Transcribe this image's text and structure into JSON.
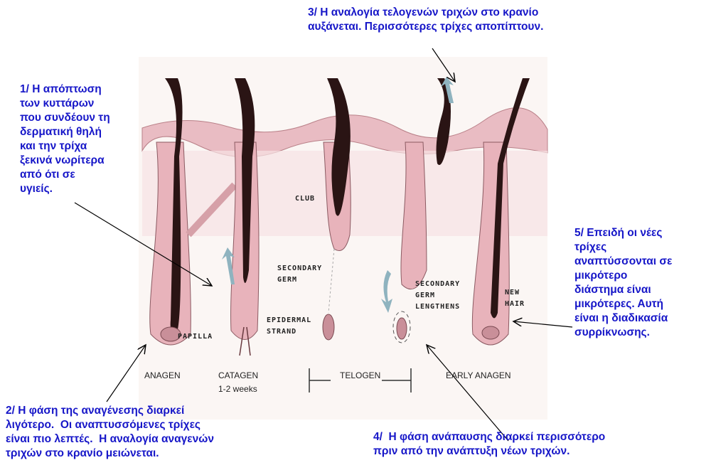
{
  "notes": {
    "n1": "1/ Η απόπτωση\nτων κυττάρων\nπου συνδέουν τη\nδερματική θηλή\nκαι την τρίχα\nξεκινά νωρίτερα\nαπό ότι σε\nυγιείς.",
    "n2": "2/ Η φάση της αναγένεσης διαρκεί\nλιγότερο.  Οι αναπτυσσόμενες τρίχες\nείναι πιο λεπτές.  Η αναλογία αναγενών\nτριχών στο κρανίο μειώνεται.",
    "n3": "3/ Η αναλογία τελογενών τριχών στο κρανίο\nαυξάνεται. Περισσότερες τρίχες αποπίπτουν.",
    "n4": "4/  Η φάση ανάπαυσης διαρκεί περισσότερο\nπριν από την ανάπτυξη νέων τριχών.",
    "n5": "5/ Επειδή οι νέες\nτρίχες\nαναπτύσσονται σε\nμικρότερο\nδιάστημα είναι\nμικρότερες. Αυτή\nείναι η διαδικασία\nσυρρίκνωσης."
  },
  "labels": {
    "papilla": "PAPILLA",
    "club": "CLUB",
    "secondary_germ": [
      "SECONDARY",
      "GERM"
    ],
    "epidermal_strand": [
      "EPIDERMAL",
      "STRAND"
    ],
    "germ_lengthens": [
      "SECONDARY",
      "GERM",
      "LENGTHENS"
    ],
    "new_hair": [
      "NEW",
      "HAIR"
    ]
  },
  "stages": {
    "anagen": "ANAGEN",
    "catagen": "CATAGEN",
    "catagen_duration": "1-2 weeks",
    "telogen": "TELOGEN",
    "early_anagen": "EARLY ANAGEN"
  },
  "colors": {
    "note_text": "#1616c8",
    "skin": "#e8b4bc",
    "hair": "#2a1414"
  }
}
